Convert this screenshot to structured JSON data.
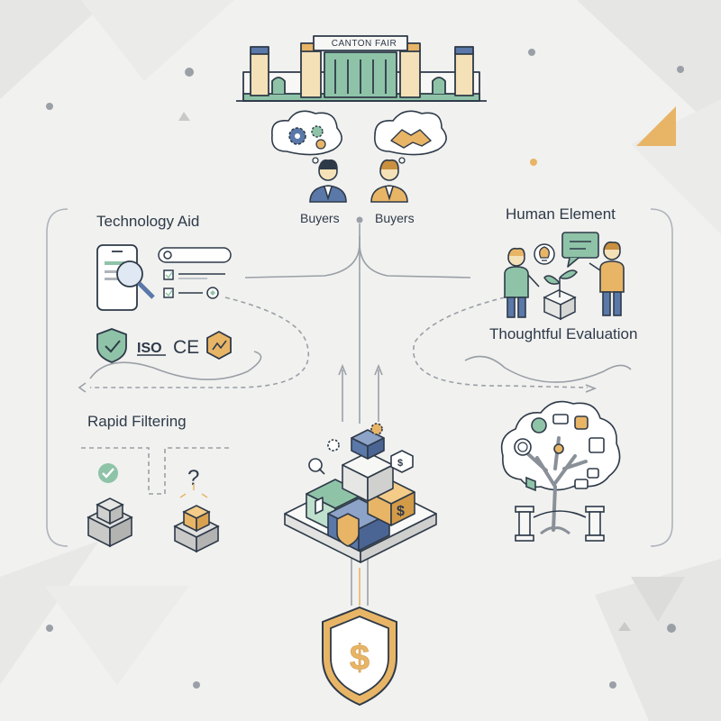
{
  "venue": {
    "sign": "CANTON FAIR"
  },
  "buyers": {
    "left_label": "Buyers",
    "right_label": "Buyers"
  },
  "sections": {
    "technology_aid": "Technology Aid",
    "human_element": "Human Element",
    "thoughtful_evaluation": "Thoughtful Evaluation",
    "rapid_filtering": "Rapid Filtering"
  },
  "certifications": {
    "iso": "ISO",
    "ce": "CE"
  },
  "symbols": {
    "question": "?",
    "dollar": "$"
  },
  "colors": {
    "navy": "#2e3a48",
    "teal": "#8fc3a8",
    "blue": "#5a78a8",
    "gold": "#e8b566",
    "background": "#f1f1f0"
  },
  "icons": [
    "canton-fair-building-icon",
    "gears-thought-icon",
    "handshake-thought-icon",
    "buyer-avatar-icon",
    "phone-magnifier-icon",
    "checklist-icon",
    "shield-check-icon",
    "iso-mark-icon",
    "ce-mark-icon",
    "quality-badge-icon",
    "people-discussion-icon",
    "lightbulb-icon",
    "speech-bubble-icon",
    "sprout-icon",
    "tree-icon",
    "columns-icon",
    "cube-stack-icon",
    "box-check-icon",
    "box-question-icon",
    "dollar-shield-icon"
  ]
}
